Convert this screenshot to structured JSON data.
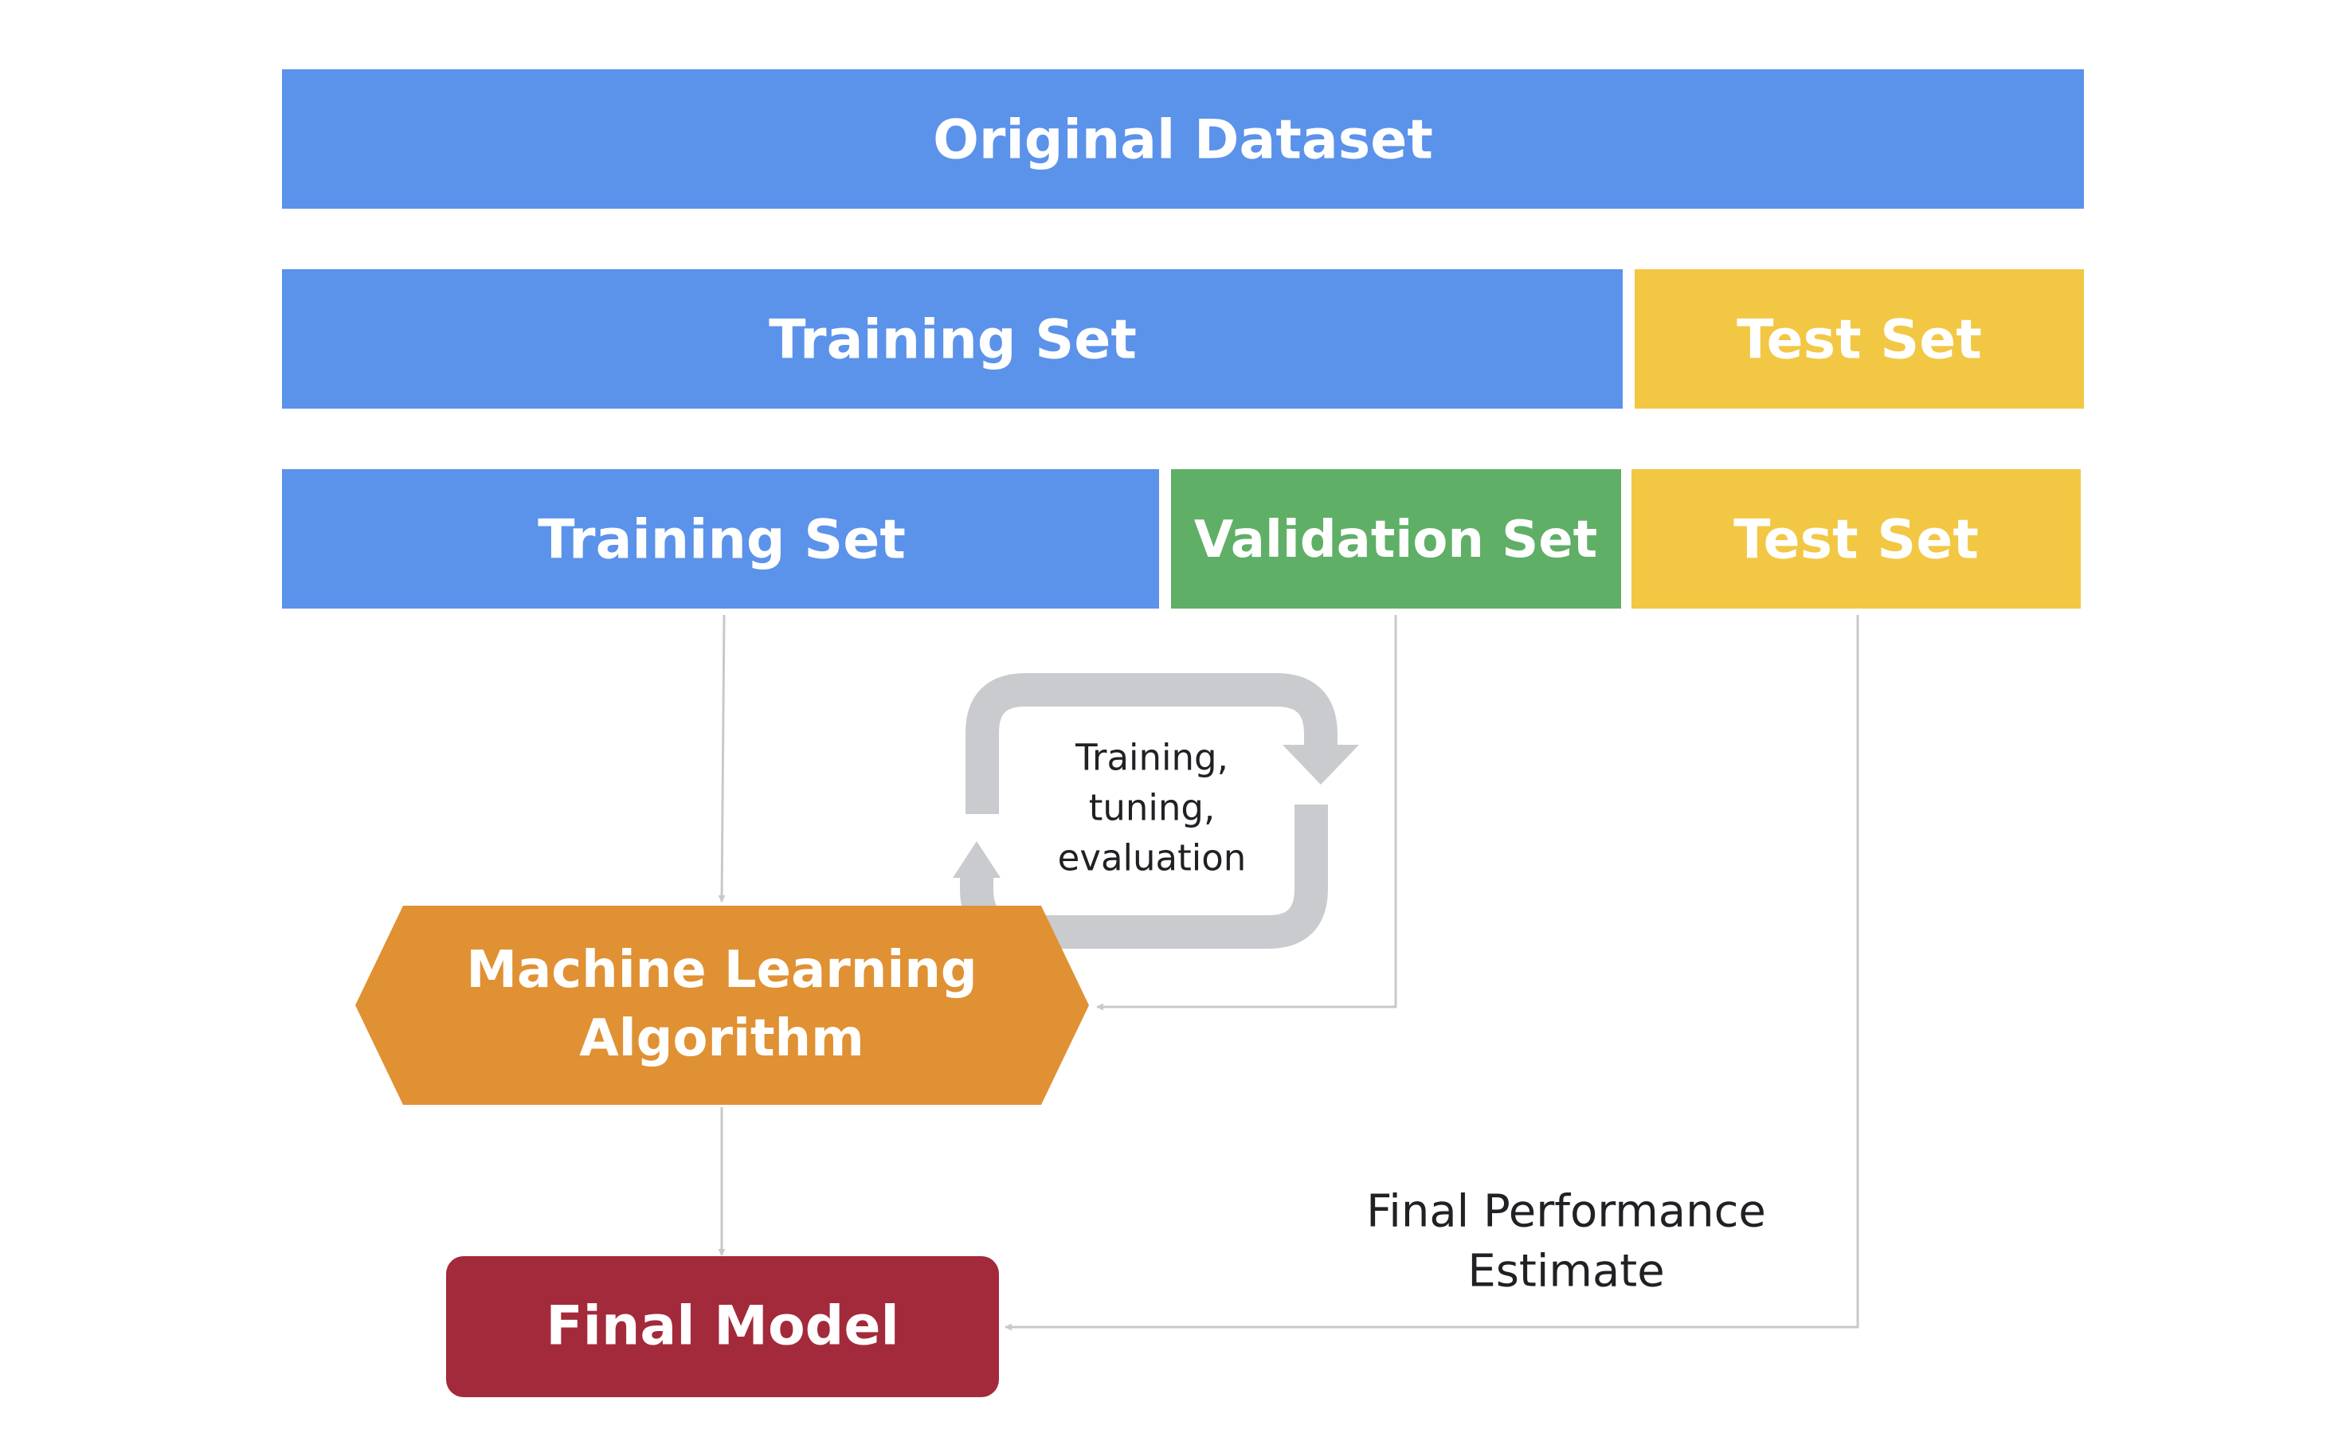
{
  "colors": {
    "blue": "#5B92EA",
    "yellow": "#F2C744",
    "green": "#5FAF66",
    "orange": "#E09133",
    "red": "#A32A3A",
    "loop_gray": "#C9CBCF",
    "connector_gray": "#C9C9C9",
    "text_dark": "#202124"
  },
  "rows": {
    "row1": {
      "original_dataset": "Original Dataset"
    },
    "row2": {
      "training_set": "Training Set",
      "test_set": "Test Set"
    },
    "row3": {
      "training_set": "Training Set",
      "validation_set": "Validation Set",
      "test_set": "Test Set"
    }
  },
  "cycle": {
    "icon": "refresh-cycle-icon",
    "lines": [
      "Training,",
      "tuning,",
      "evaluation"
    ]
  },
  "algorithm": {
    "lines": [
      "Machine Learning",
      "Algorithm"
    ]
  },
  "final_model": {
    "label": "Final Model"
  },
  "performance": {
    "lines": [
      "Final Performance",
      "Estimate"
    ]
  }
}
